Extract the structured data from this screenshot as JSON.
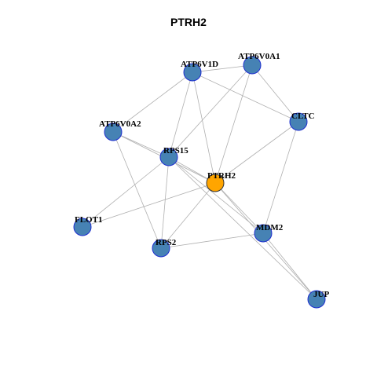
{
  "title": "PTRH2",
  "colors": {
    "node_default": "#4682b4",
    "node_center": "#ffa500",
    "node_border_default": "#1f2fd0",
    "node_border_center": "#333333",
    "edge": "#b0b0b0"
  },
  "nodes": [
    {
      "id": "ATP6V1D",
      "label": "ATP6V1D",
      "center": false
    },
    {
      "id": "ATP6V0A1",
      "label": "ATP6V0A1",
      "center": false
    },
    {
      "id": "ATP6V0A2",
      "label": "ATP6V0A2",
      "center": false
    },
    {
      "id": "CLTC",
      "label": "CLTC",
      "center": false
    },
    {
      "id": "RPS15",
      "label": "RPS15",
      "center": false
    },
    {
      "id": "PTRH2",
      "label": "PTRH2",
      "center": true
    },
    {
      "id": "FLOT1",
      "label": "FLOT1",
      "center": false
    },
    {
      "id": "MDM2",
      "label": "MDM2",
      "center": false
    },
    {
      "id": "RPS2",
      "label": "RPS2",
      "center": false
    },
    {
      "id": "JUP",
      "label": "JUP",
      "center": false
    }
  ],
  "edges": [
    [
      "ATP6V1D",
      "ATP6V0A1"
    ],
    [
      "ATP6V1D",
      "CLTC"
    ],
    [
      "ATP6V1D",
      "ATP6V0A2"
    ],
    [
      "ATP6V1D",
      "RPS15"
    ],
    [
      "ATP6V1D",
      "PTRH2"
    ],
    [
      "ATP6V0A1",
      "CLTC"
    ],
    [
      "ATP6V0A1",
      "RPS15"
    ],
    [
      "ATP6V0A1",
      "PTRH2"
    ],
    [
      "ATP6V0A2",
      "RPS15"
    ],
    [
      "ATP6V0A2",
      "PTRH2"
    ],
    [
      "ATP6V0A2",
      "RPS2"
    ],
    [
      "CLTC",
      "PTRH2"
    ],
    [
      "CLTC",
      "MDM2"
    ],
    [
      "RPS15",
      "PTRH2"
    ],
    [
      "RPS15",
      "FLOT1"
    ],
    [
      "RPS15",
      "RPS2"
    ],
    [
      "RPS15",
      "MDM2"
    ],
    [
      "RPS15",
      "JUP"
    ],
    [
      "PTRH2",
      "FLOT1"
    ],
    [
      "PTRH2",
      "RPS2"
    ],
    [
      "PTRH2",
      "MDM2"
    ],
    [
      "PTRH2",
      "JUP"
    ],
    [
      "MDM2",
      "RPS2"
    ],
    [
      "MDM2",
      "JUP"
    ]
  ]
}
